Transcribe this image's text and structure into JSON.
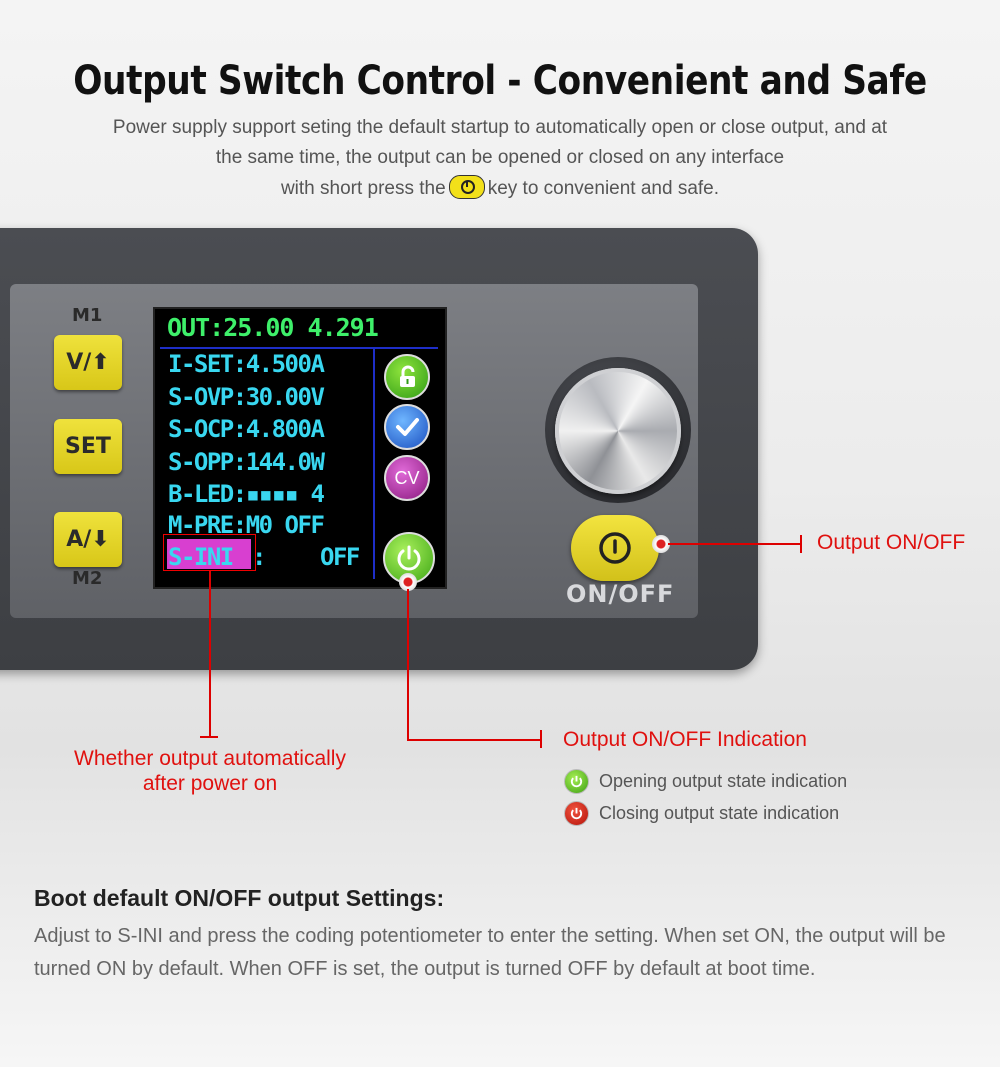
{
  "title": "Output Switch Control - Convenient and Safe",
  "intro": {
    "line1": "Power supply support seting the default startup to automatically open or close output, and at",
    "line2": "the same time, the output can be opened or closed on any interface",
    "line3_before": "with short press the",
    "line3_after": "key to convenient and safe."
  },
  "device": {
    "m1": "M1",
    "m2": "M2",
    "keys": [
      "V/⬆",
      "SET",
      "A/⬇"
    ],
    "screen": {
      "out": "OUT:25.00 4.291",
      "rows": [
        "I-SET:4.500A",
        "S-OVP:30.00V",
        "S-OCP:4.800A",
        "S-OPP:144.0W",
        "B-LED:▪▪▪▪ 4",
        "M-PRE:M0 OFF"
      ],
      "s_ini_label": "S-INI",
      "s_ini_value": "OFF",
      "cv_label": "CV"
    },
    "onoff_label": "ON/OFF"
  },
  "annotations": {
    "output_onoff": "Output ON/OFF",
    "indication": "Output ON/OFF Indication",
    "auto_line1": "Whether output automatically",
    "auto_line2": "after power on",
    "legend": [
      {
        "text": "Opening output state indication",
        "color": "#3c9f12"
      },
      {
        "text": "Closing output state indication",
        "color": "#b5130a"
      }
    ]
  },
  "boot": {
    "title": "Boot default ON/OFF output Settings:",
    "body": "Adjust to S-INI and press the coding potentiometer to enter the setting. When set ON, the output will be turned ON by default. When OFF is set, the output is turned OFF by default at boot time."
  }
}
